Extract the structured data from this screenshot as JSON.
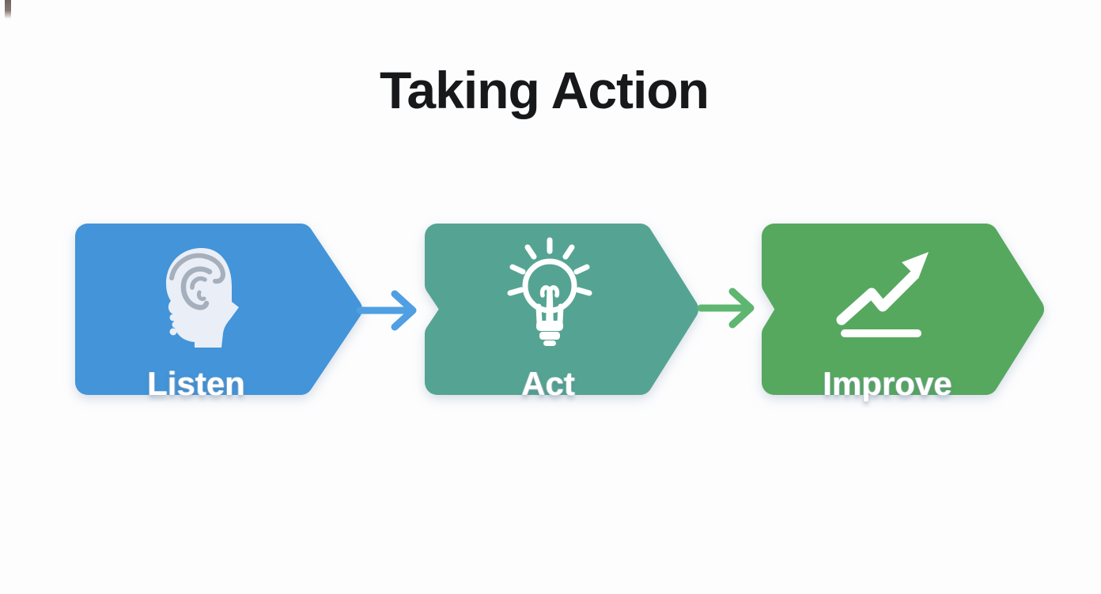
{
  "canvas": {
    "background": "#fdfdfe"
  },
  "title": {
    "text": "Taking Action",
    "color": "#17181a"
  },
  "flow": {
    "label_color": "#ffffff",
    "steps": [
      {
        "label": "Listen",
        "icon": "listening-head-ear-icon",
        "color": "#4394d8",
        "icon_color": "#e9eef7",
        "icon_detail_color": "#a6afbc"
      },
      {
        "label": "Act",
        "icon": "lightbulb-idea-icon",
        "color": "#55a493",
        "icon_color": "#ffffff"
      },
      {
        "label": "Improve",
        "icon": "trending-up-arrow-icon",
        "color": "#56a85f",
        "icon_color": "#ffffff"
      }
    ],
    "connectors": [
      {
        "name": "arrow-listen-to-act",
        "direction": "right",
        "color": "#4f9fe2"
      },
      {
        "name": "arrow-act-to-improve",
        "direction": "right",
        "color": "#5eb670"
      }
    ]
  },
  "artifacts": {
    "corner_mark_color": "#4e3d3a"
  }
}
